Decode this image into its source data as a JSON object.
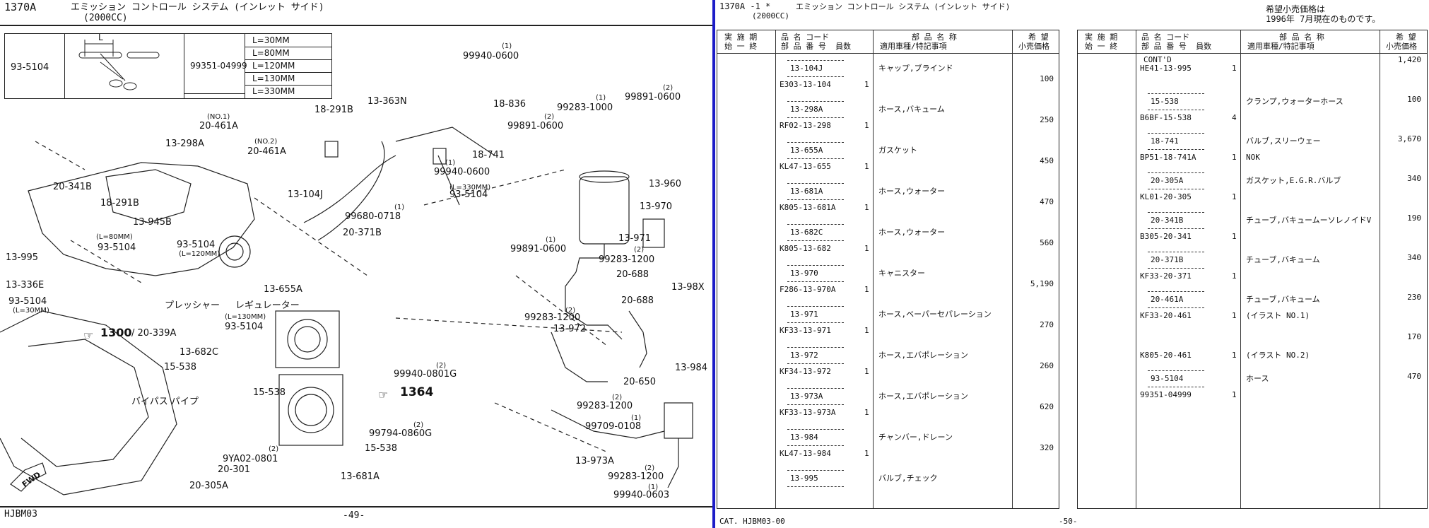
{
  "left_page": {
    "section_code": "1370A",
    "title": "エミッション コントロール システム (インレット サイド)",
    "subtitle": "(2000CC)",
    "footer_code": "HJBM03",
    "page_number": "-49-",
    "hose_table": {
      "ref": "93-5104",
      "dim_label": "L",
      "part_no": "99351-04999",
      "lengths": [
        "L=30MM",
        "L=80MM",
        "L=120MM",
        "L=130MM",
        "L=330MM"
      ]
    },
    "callouts": [
      {
        "id": "c1",
        "text": "99940-0600"
      },
      {
        "id": "c2",
        "text": "(1)"
      },
      {
        "id": "c3",
        "text": "13-363N"
      },
      {
        "id": "c4",
        "text": "18-836"
      },
      {
        "id": "c5",
        "text": "99891-0600"
      },
      {
        "id": "c6",
        "text": "(2)"
      },
      {
        "id": "c7",
        "text": "18-291B"
      },
      {
        "id": "c8",
        "text": "(NO.1)"
      },
      {
        "id": "c9",
        "text": "20-461A"
      },
      {
        "id": "c10",
        "text": "13-298A"
      },
      {
        "id": "c11",
        "text": "(NO.2)"
      },
      {
        "id": "c12",
        "text": "20-461A"
      },
      {
        "id": "c13",
        "text": "18-741"
      },
      {
        "id": "c14",
        "text": "99940-0600"
      },
      {
        "id": "c15",
        "text": "(1)"
      },
      {
        "id": "c16",
        "text": "20-341B"
      },
      {
        "id": "c17",
        "text": "13-104J"
      },
      {
        "id": "c18",
        "text": "(L=330MM)"
      },
      {
        "id": "c19",
        "text": "93-5104"
      },
      {
        "id": "c20",
        "text": "18-291B"
      },
      {
        "id": "c21",
        "text": "13-945B"
      },
      {
        "id": "c22",
        "text": "99680-0718"
      },
      {
        "id": "c23",
        "text": "(1)"
      },
      {
        "id": "c24",
        "text": "20-371B"
      },
      {
        "id": "c25",
        "text": "(L=80MM)"
      },
      {
        "id": "c26",
        "text": "93-5104"
      },
      {
        "id": "c27",
        "text": "13-995"
      },
      {
        "id": "c28",
        "text": "93-5104"
      },
      {
        "id": "c29",
        "text": "(L=120MM)"
      },
      {
        "id": "c30",
        "text": "13-336E"
      },
      {
        "id": "c31",
        "text": "93-5104"
      },
      {
        "id": "c32",
        "text": "(L=30MM)"
      },
      {
        "id": "c33",
        "text": "13-655A"
      },
      {
        "id": "c34",
        "text": "プレッシャー"
      },
      {
        "id": "c35",
        "text": "レギュレーター"
      },
      {
        "id": "c36",
        "text": "(L=130MM)"
      },
      {
        "id": "c37",
        "text": "93-5104"
      },
      {
        "id": "c38",
        "text": "1300"
      },
      {
        "id": "c39",
        "text": "/ 20-339A"
      },
      {
        "id": "c40",
        "text": "13-682C"
      },
      {
        "id": "c41",
        "text": "15-538"
      },
      {
        "id": "c42",
        "text": "15-538"
      },
      {
        "id": "c43",
        "text": "バイパス パイプ"
      },
      {
        "id": "c44",
        "text": "99940-0801G"
      },
      {
        "id": "c45",
        "text": "(2)"
      },
      {
        "id": "c46",
        "text": "1364"
      },
      {
        "id": "c47",
        "text": "99794-0860G"
      },
      {
        "id": "c48",
        "text": "(2)"
      },
      {
        "id": "c49",
        "text": "15-538"
      },
      {
        "id": "c50",
        "text": "9YA02-0801"
      },
      {
        "id": "c51",
        "text": "(2)"
      },
      {
        "id": "c52",
        "text": "20-301"
      },
      {
        "id": "c53",
        "text": "20-305A"
      },
      {
        "id": "c54",
        "text": "13-681A"
      },
      {
        "id": "c55",
        "text": "99283-1000"
      },
      {
        "id": "c56",
        "text": "(1)"
      },
      {
        "id": "c57",
        "text": "99891-0600"
      },
      {
        "id": "c58",
        "text": "(2)"
      },
      {
        "id": "c59",
        "text": "13-960"
      },
      {
        "id": "c60",
        "text": "13-970"
      },
      {
        "id": "c61",
        "text": "13-971"
      },
      {
        "id": "c62",
        "text": "99891-0600"
      },
      {
        "id": "c63",
        "text": "(1)"
      },
      {
        "id": "c64",
        "text": "99283-1200"
      },
      {
        "id": "c65",
        "text": "(2)"
      },
      {
        "id": "c66",
        "text": "20-688"
      },
      {
        "id": "c67",
        "text": "13-98X"
      },
      {
        "id": "c68",
        "text": "20-688"
      },
      {
        "id": "c69",
        "text": "99283-1200"
      },
      {
        "id": "c70",
        "text": "(2)"
      },
      {
        "id": "c71",
        "text": "13-972"
      },
      {
        "id": "c72",
        "text": "13-984"
      },
      {
        "id": "c73",
        "text": "20-650"
      },
      {
        "id": "c74",
        "text": "99283-1200"
      },
      {
        "id": "c75",
        "text": "(2)"
      },
      {
        "id": "c76",
        "text": "99709-0108"
      },
      {
        "id": "c77",
        "text": "(1)"
      },
      {
        "id": "c78",
        "text": "13-973A"
      },
      {
        "id": "c79",
        "text": "99283-1200"
      },
      {
        "id": "c80",
        "text": "(2)"
      },
      {
        "id": "c81",
        "text": "99940-0603"
      },
      {
        "id": "c82",
        "text": "(1)"
      },
      {
        "id": "c83",
        "text": "FWD"
      }
    ]
  },
  "right_page": {
    "section_code": "1370A -1 *",
    "title": "エミッション コントロール システム (インレット サイド)",
    "subtitle": "(2000CC)",
    "price_note_1": "希望小売価格は",
    "price_note_2": "1996年 7月現在のものです。",
    "footer_code": "CAT. HJBM03-00",
    "page_number": "-50-",
    "headers": {
      "period_1": "実 施 期",
      "period_2": "始 一 終",
      "part_1": "品 名 コード",
      "part_2": "部 品 番 号  員数",
      "name_1": "部 品 名 称",
      "name_2": "適用車種/特記事項",
      "price_1": "希 望",
      "price_2": "小売価格"
    },
    "table1": [
      {
        "code": "13-104J",
        "name": "キャップ,ブラインド",
        "part_no": "E303-13-104",
        "qty": "1",
        "price": "100"
      },
      {
        "code": "13-298A",
        "name": "ホース,バキューム",
        "part_no": "RF02-13-298",
        "qty": "1",
        "price": "250"
      },
      {
        "code": "13-655A",
        "name": "ガスケット",
        "part_no": "KL47-13-655",
        "qty": "1",
        "price": "450"
      },
      {
        "code": "13-681A",
        "name": "ホース,ウォーター",
        "part_no": "K805-13-681A",
        "qty": "1",
        "price": "470"
      },
      {
        "code": "13-682C",
        "name": "ホース,ウォーター",
        "part_no": "K805-13-682",
        "qty": "1",
        "price": "560"
      },
      {
        "code": "13-970",
        "name": "キャニスター",
        "part_no": "F286-13-970A",
        "qty": "1",
        "price": "5,190"
      },
      {
        "code": "13-971",
        "name": "ホース,ベーパーセパレーション",
        "part_no": "KF33-13-971",
        "qty": "1",
        "price": "270"
      },
      {
        "code": "13-972",
        "name": "ホース,エバポレーション",
        "part_no": "KF34-13-972",
        "qty": "1",
        "price": "260"
      },
      {
        "code": "13-973A",
        "name": "ホース,エバポレーション",
        "part_no": "KF33-13-973A",
        "qty": "1",
        "price": "620"
      },
      {
        "code": "13-984",
        "name": "チャンバー,ドレーン",
        "part_no": "KL47-13-984",
        "qty": "1",
        "price": "320"
      },
      {
        "code": "13-995",
        "name": "バルブ,チェック",
        "part_no": "",
        "qty": "",
        "price": ""
      }
    ],
    "table2": [
      {
        "code": "CONT'D",
        "name": "",
        "part_no": "HE41-13-995",
        "qty": "1",
        "price": "1,420"
      },
      {
        "code": "15-538",
        "name": "クランプ,ウォーターホース",
        "part_no": "B6BF-15-538",
        "qty": "4",
        "price": "100"
      },
      {
        "code": "18-741",
        "name": "バルブ,スリーウェー",
        "part_no": "BP51-18-741A",
        "qty": "1",
        "name2": "NOK",
        "price": "3,670"
      },
      {
        "code": "20-305A",
        "name": "ガスケット,E.G.R.バルブ",
        "part_no": "KL01-20-305",
        "qty": "1",
        "price": "340"
      },
      {
        "code": "20-341B",
        "name": "チューブ,バキュームーソレノイドV",
        "part_no": "B305-20-341",
        "qty": "1",
        "price": "190"
      },
      {
        "code": "20-371B",
        "name": "チューブ,バキューム",
        "part_no": "KF33-20-371",
        "qty": "1",
        "price": "340"
      },
      {
        "code": "20-461A",
        "name": "チューブ,バキューム",
        "part_no": "KF33-20-461",
        "qty": "1",
        "name2": "(イラスト NO.1)",
        "price": "230"
      },
      {
        "code": "",
        "name": "",
        "part_no": "K805-20-461",
        "qty": "1",
        "name2": "(イラスト NO.2)",
        "price": "170"
      },
      {
        "code": "93-5104",
        "name": "ホース",
        "part_no": "99351-04999",
        "qty": "1",
        "price": "470"
      }
    ]
  }
}
